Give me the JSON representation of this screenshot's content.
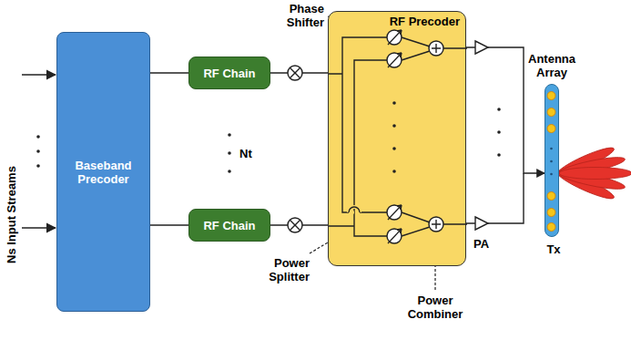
{
  "diagram": {
    "nodes": [
      {
        "text": [
          "Baseband Precoder"
        ]
      },
      {
        "text": [
          "RF Chain"
        ]
      },
      {
        "text": [
          "RF Chain"
        ]
      },
      {
        "text": [
          "RF Precoder"
        ]
      },
      {
        "text": [
          "Antenna Array"
        ]
      }
    ],
    "edges": [
      {
        "from": 0,
        "to": 1,
        "arrow": "none"
      },
      {
        "from": 0,
        "to": 2,
        "arrow": "none"
      },
      {
        "from": 1,
        "to": 3,
        "arrow": "none"
      },
      {
        "from": 2,
        "to": 3,
        "arrow": "none"
      },
      {
        "from": 3,
        "to": 4,
        "arrow": "to"
      }
    ],
    "labels": [
      "Ns Input Streams",
      "Nt",
      "Phase Shifter",
      "Power Splitter",
      "Power Combiner",
      "PA",
      "Tx"
    ]
  }
}
